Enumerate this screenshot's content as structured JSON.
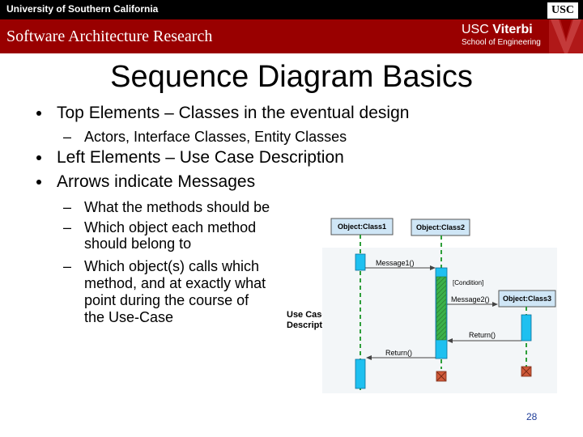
{
  "header": {
    "university": "University of Southern California",
    "logo_text": "USC",
    "group": "Software Architecture Research",
    "viterbi_usc": "USC",
    "viterbi_name": "Viterbi",
    "viterbi_school": "School of Engineering"
  },
  "slide": {
    "title": "Sequence Diagram Basics",
    "page_number": "28"
  },
  "bullets": [
    {
      "text": "Top Elements – Classes in the eventual design",
      "subs": [
        "Actors, Interface Classes, Entity Classes"
      ]
    },
    {
      "text": "Left Elements – Use Case Description",
      "subs": []
    },
    {
      "text": "Arrows indicate Messages",
      "subs": [
        "What the methods should be",
        [
          "Which object each method",
          "should belong to"
        ],
        [
          "Which object(s) calls which",
          "method, and at exactly what",
          "point during the course of",
          "the Use-Case"
        ]
      ]
    }
  ],
  "diagram": {
    "use_case_label": [
      "Use Case",
      "Description"
    ],
    "objects": [
      "Object:Class1",
      "Object:Class2",
      "Object:Class3"
    ],
    "messages": [
      "Message1()",
      "Message2()",
      "Return()",
      "Return()"
    ],
    "condition": "[Condition]"
  },
  "colors": {
    "topbar": "#000000",
    "brand_red": "#990000",
    "object_box": "#cfe6f6",
    "activation": "#1ec0f0",
    "lifeline": "#2e9e3a",
    "condition_fill": "#3bb34a",
    "terminator": "#d05a3a"
  }
}
